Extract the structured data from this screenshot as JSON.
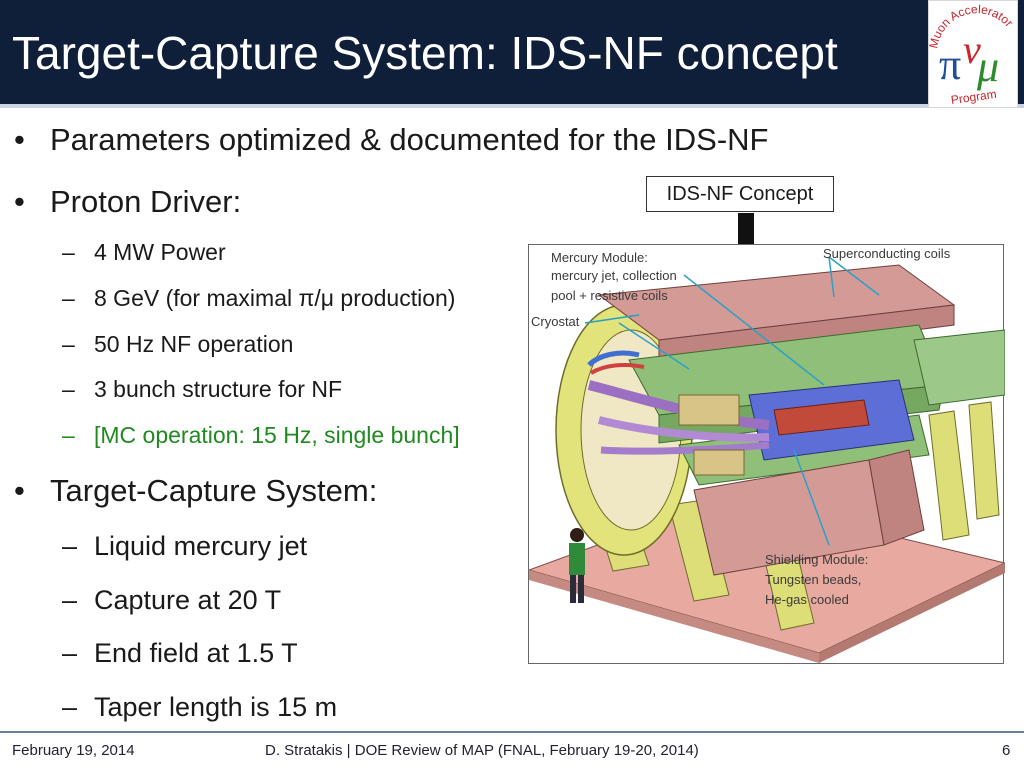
{
  "title": "Target-Capture System: IDS-NF concept",
  "logo": {
    "arc_text": "Muon Accelerator",
    "bottom_text": "Program",
    "glyphs": {
      "pi": "π",
      "nu": "ν",
      "mu": "μ"
    }
  },
  "bullets": [
    {
      "text": "Parameters optimized & documented for the IDS-NF"
    },
    {
      "text": "Proton Driver:",
      "subs": [
        "4 MW Power",
        "8 GeV (for maximal π/μ production)",
        "50 Hz NF operation",
        "3 bunch structure for NF",
        "[MC operation: 15 Hz, single bunch]"
      ]
    },
    {
      "text": "Target-Capture System:",
      "subs": [
        "Liquid mercury jet",
        "Capture at 20 T",
        "End field at 1.5 T",
        "Taper length is 15 m"
      ]
    }
  ],
  "callout": "IDS-NF Concept",
  "figure_labels": {
    "mercury_1": "Mercury Module:",
    "mercury_2": "mercury jet, collection",
    "mercury_3": "pool + resistive coils",
    "coils": "Superconducting coils",
    "cryostat": "Cryostat",
    "shield_1": "Shielding Module:",
    "shield_2": "Tungsten beads,",
    "shield_3": "He-gas cooled"
  },
  "footer": {
    "date": "February 19, 2014",
    "center": "D. Stratakis | DOE Review of MAP (FNAL, February 19-20, 2014)",
    "page": "6"
  },
  "colors": {
    "title_bg": "#0f1f3a",
    "accent_green": "#1f8a1f"
  }
}
